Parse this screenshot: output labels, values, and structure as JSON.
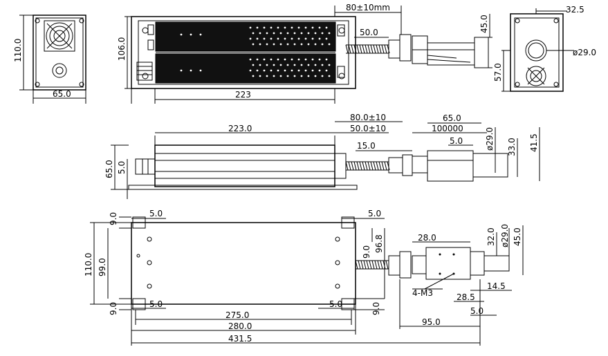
{
  "dimensions": {
    "top_left_width": "65.0",
    "top_left_height": "110.0",
    "top_body_height": "106.0",
    "top_length": "223",
    "top_cable_total": "80±10mm",
    "top_cable_len": "50.0",
    "top_head_h": "45.0",
    "right_offset": "32.5",
    "right_height": "57.0",
    "right_bore": "ø29.0",
    "side_length": "223.0",
    "side_cable_total": "80.0±10",
    "side_cable_len": "50.0±10",
    "side_head_w": "65.0",
    "side_overlap": "100000",
    "side_15": "15.0",
    "side_5": "5.0",
    "side_bore": "ø29.0",
    "side_33": "33.0",
    "side_415": "41.5",
    "side_height": "65.0",
    "side_base": "5.0",
    "bot_9_tl": "9.0",
    "bot_5_tl": "5.0",
    "bot_5_tr": "5.0",
    "bot_110": "110.0",
    "bot_99": "99.0",
    "bot_9_bl": "9.0",
    "bot_5_bl": "5.0",
    "bot_275": "275.0",
    "bot_5_br": "5.0",
    "bot_9_br": "9.0",
    "bot_9_r": "9.0",
    "bot_968": "96.8",
    "bot_280": "280.0",
    "bot_4315": "431.5",
    "bot_28": "28.0",
    "bot_32": "32.0",
    "bot_bore": "ø29.0",
    "bot_45": "45.0",
    "bot_m3": "4-M3",
    "bot_145": "14.5",
    "bot_285": "28.5",
    "bot_5": "5.0",
    "bot_95": "95.0"
  }
}
